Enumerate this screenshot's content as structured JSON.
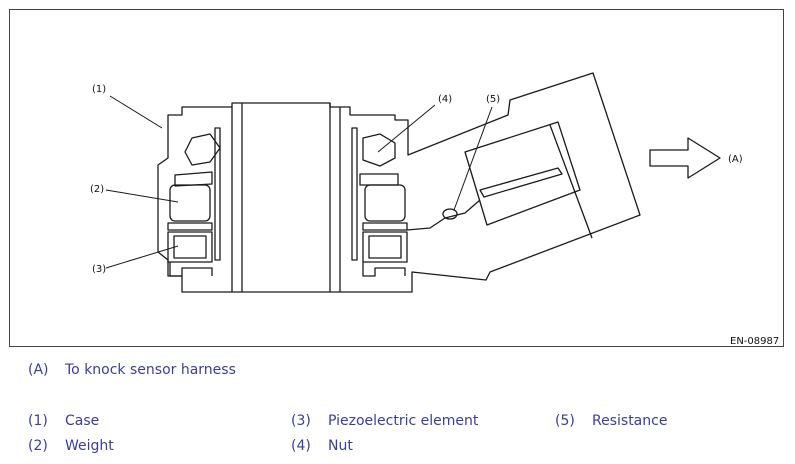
{
  "figure": {
    "id": "EN-08987",
    "callouts": [
      "(1)",
      "(2)",
      "(3)",
      "(4)",
      "(5)",
      "(A)"
    ]
  },
  "legend": {
    "arrow": {
      "key": "(A)",
      "text": "To knock sensor harness"
    },
    "items": [
      {
        "key": "(1)",
        "text": "Case"
      },
      {
        "key": "(2)",
        "text": "Weight"
      },
      {
        "key": "(3)",
        "text": "Piezoelectric element"
      },
      {
        "key": "(4)",
        "text": "Nut"
      },
      {
        "key": "(5)",
        "text": "Resistance"
      }
    ]
  },
  "colors": {
    "line": "#1a1a1a",
    "legend_text": "#3a3f8f"
  }
}
